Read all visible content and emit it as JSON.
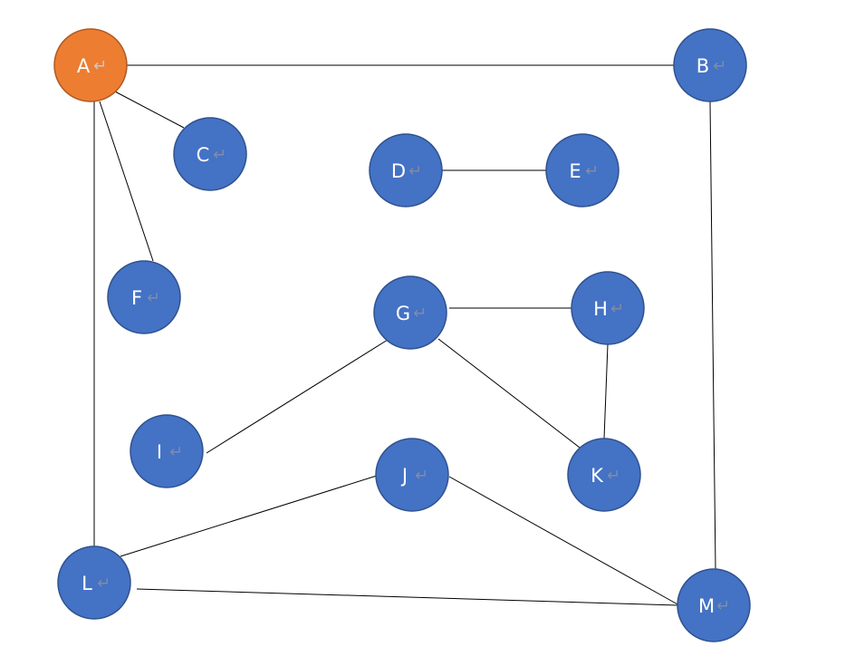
{
  "colors": {
    "highlight_fill": "#ED7D31",
    "highlight_stroke": "#AE5A21",
    "node_fill": "#4472C4",
    "node_stroke": "#2F528F",
    "edge": "#000000",
    "label": "#FFFFFF"
  },
  "return_mark": "↵",
  "nodes": [
    {
      "id": "A",
      "label": "A",
      "highlighted": true
    },
    {
      "id": "B",
      "label": "B",
      "highlighted": false
    },
    {
      "id": "C",
      "label": "C",
      "highlighted": false
    },
    {
      "id": "D",
      "label": "D",
      "highlighted": false
    },
    {
      "id": "E",
      "label": "E",
      "highlighted": false
    },
    {
      "id": "F",
      "label": "F",
      "highlighted": false
    },
    {
      "id": "G",
      "label": "G",
      "highlighted": false
    },
    {
      "id": "H",
      "label": "H",
      "highlighted": false
    },
    {
      "id": "I",
      "label": "I",
      "highlighted": false
    },
    {
      "id": "J",
      "label": "J",
      "highlighted": false
    },
    {
      "id": "K",
      "label": "K",
      "highlighted": false
    },
    {
      "id": "L",
      "label": "L",
      "highlighted": false
    },
    {
      "id": "M",
      "label": "M",
      "highlighted": false
    }
  ],
  "edges": [
    {
      "from": "A",
      "to": "B"
    },
    {
      "from": "A",
      "to": "C"
    },
    {
      "from": "A",
      "to": "F"
    },
    {
      "from": "A",
      "to": "L"
    },
    {
      "from": "B",
      "to": "M"
    },
    {
      "from": "D",
      "to": "E"
    },
    {
      "from": "G",
      "to": "H"
    },
    {
      "from": "G",
      "to": "I"
    },
    {
      "from": "G",
      "to": "K"
    },
    {
      "from": "H",
      "to": "K"
    },
    {
      "from": "J",
      "to": "L"
    },
    {
      "from": "J",
      "to": "M"
    },
    {
      "from": "L",
      "to": "M"
    }
  ]
}
